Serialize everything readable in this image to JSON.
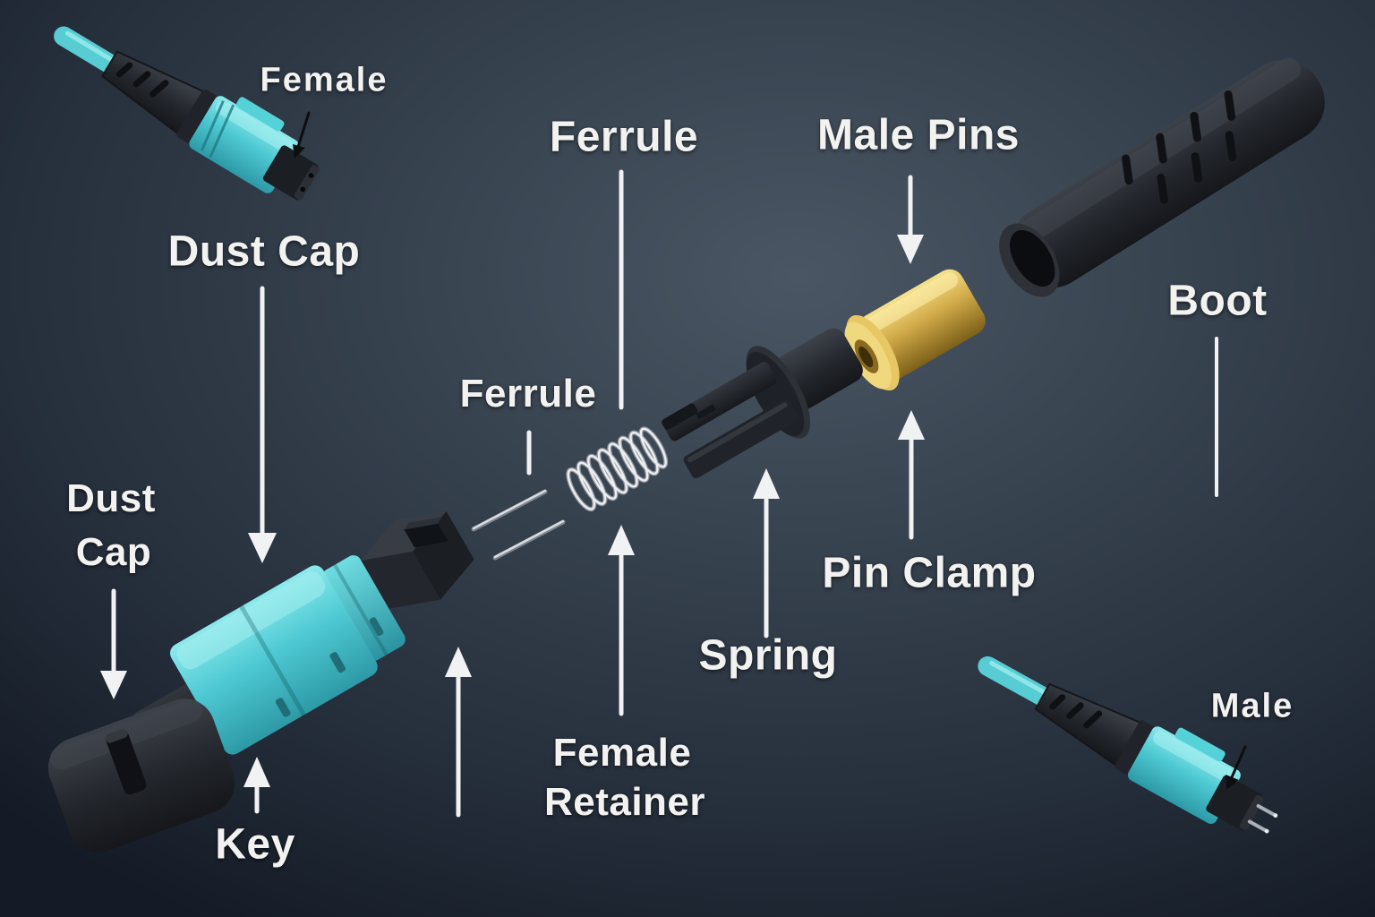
{
  "diagram": {
    "subject": "MPO fiber connector exploded parts diagram",
    "labels": {
      "female": "Female",
      "dust_cap_top": "Dust Cap",
      "dust_left_line1": "Dust",
      "dust_left_line2": "Cap",
      "ferrule_top": "Ferrule",
      "ferrule_mid": "Ferrule",
      "male_pins": "Male Pins",
      "boot": "Boot",
      "spring": "Spring",
      "pin_clamp": "Pin Clamp",
      "female_retainer_line1": "Female",
      "female_retainer_line2": "Retainer",
      "key": "Key",
      "male": "Male"
    },
    "parts": [
      {
        "id": "female-connector",
        "label": "Female"
      },
      {
        "id": "dust-cap",
        "label": "Dust Cap"
      },
      {
        "id": "connector-housing",
        "label": "Key"
      },
      {
        "id": "female-retainer",
        "label": "Female Retainer"
      },
      {
        "id": "ferrule-pins",
        "label": "Ferrule"
      },
      {
        "id": "spring",
        "label": "Spring"
      },
      {
        "id": "pin-clamp",
        "label": "Pin Clamp"
      },
      {
        "id": "male-pins-holder",
        "label": "Male Pins"
      },
      {
        "id": "boot",
        "label": "Boot"
      },
      {
        "id": "male-connector",
        "label": "Male"
      }
    ],
    "colors": {
      "aqua": "#4ec9d3",
      "aqua_light": "#8ceaec",
      "aqua_dark": "#2d9aa6",
      "gold": "#d2ab4a",
      "black_part": "#23272e",
      "spring_silver": "#d6dade",
      "label_text": "#f2f2f1",
      "background_center": "#4a5663",
      "background_edge": "#141b26",
      "arrow_white": "#f1f2f3",
      "pointer_black": "#0d0e10"
    }
  }
}
